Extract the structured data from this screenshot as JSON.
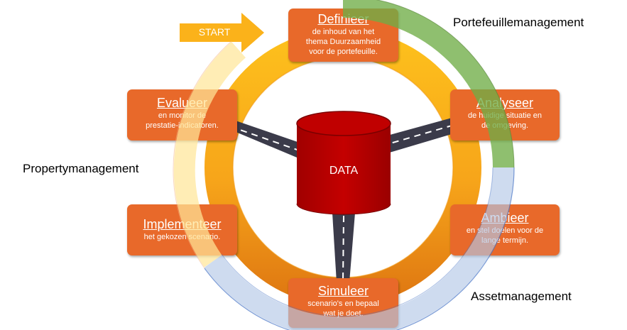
{
  "start": "START",
  "center": {
    "label": "DATA"
  },
  "steps": [
    {
      "title": "Definieer",
      "desc": [
        "de inhoud van het",
        "thema Duurzaamheid",
        "voor de portefeuille."
      ]
    },
    {
      "title": "Analyseer",
      "desc": [
        "de huidige situatie en",
        "de omgeving."
      ]
    },
    {
      "title": "Ambieer",
      "desc": [
        "en stel doelen voor de",
        "lange termijn."
      ]
    },
    {
      "title": "Simuleer",
      "desc": [
        "scenario's en bepaal",
        "wat je doet."
      ]
    },
    {
      "title": "Implementeer",
      "desc": [
        "het gekozen scenario."
      ]
    },
    {
      "title": "Evalueer",
      "desc": [
        "en monitor de",
        "prestatie-indicatoren."
      ]
    }
  ],
  "management_levels": {
    "portfolio": "Portefeuillemanagement",
    "property": "Propertymanagement",
    "asset": "Assetmanagement"
  },
  "colors": {
    "box": "#e8692a",
    "ring": "#fbb21a",
    "data_cylinder": "#c00000",
    "portfolio_arc": "#70ad47",
    "asset_arc": "#b4c7e7",
    "property_arc": "#ffe699",
    "start_arrow": "#fbb21a",
    "road": "#3b3b4a"
  }
}
